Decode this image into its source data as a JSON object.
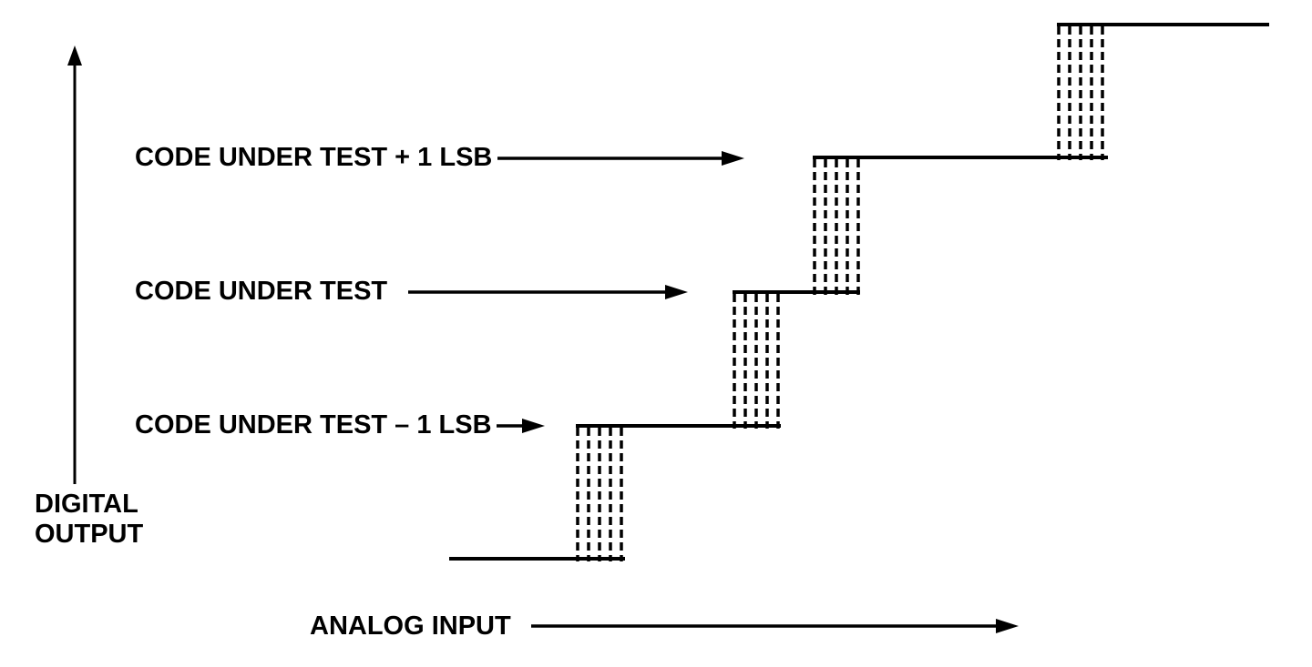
{
  "diagram": {
    "type": "adc-code-transition-noise-staircase",
    "background_color": "#ffffff",
    "line_color": "#000000",
    "labels": {
      "code_plus_1lsb": "CODE UNDER TEST + 1 LSB",
      "code_under_test": "CODE UNDER TEST",
      "code_minus_1lsb": "CODE UNDER TEST – 1 LSB",
      "y_axis": "DIGITAL\nOUTPUT",
      "x_axis": "ANALOG INPUT"
    },
    "structure": {
      "step_levels": 5,
      "transition_bands": 4,
      "dashed_lines_per_band": 5
    }
  }
}
